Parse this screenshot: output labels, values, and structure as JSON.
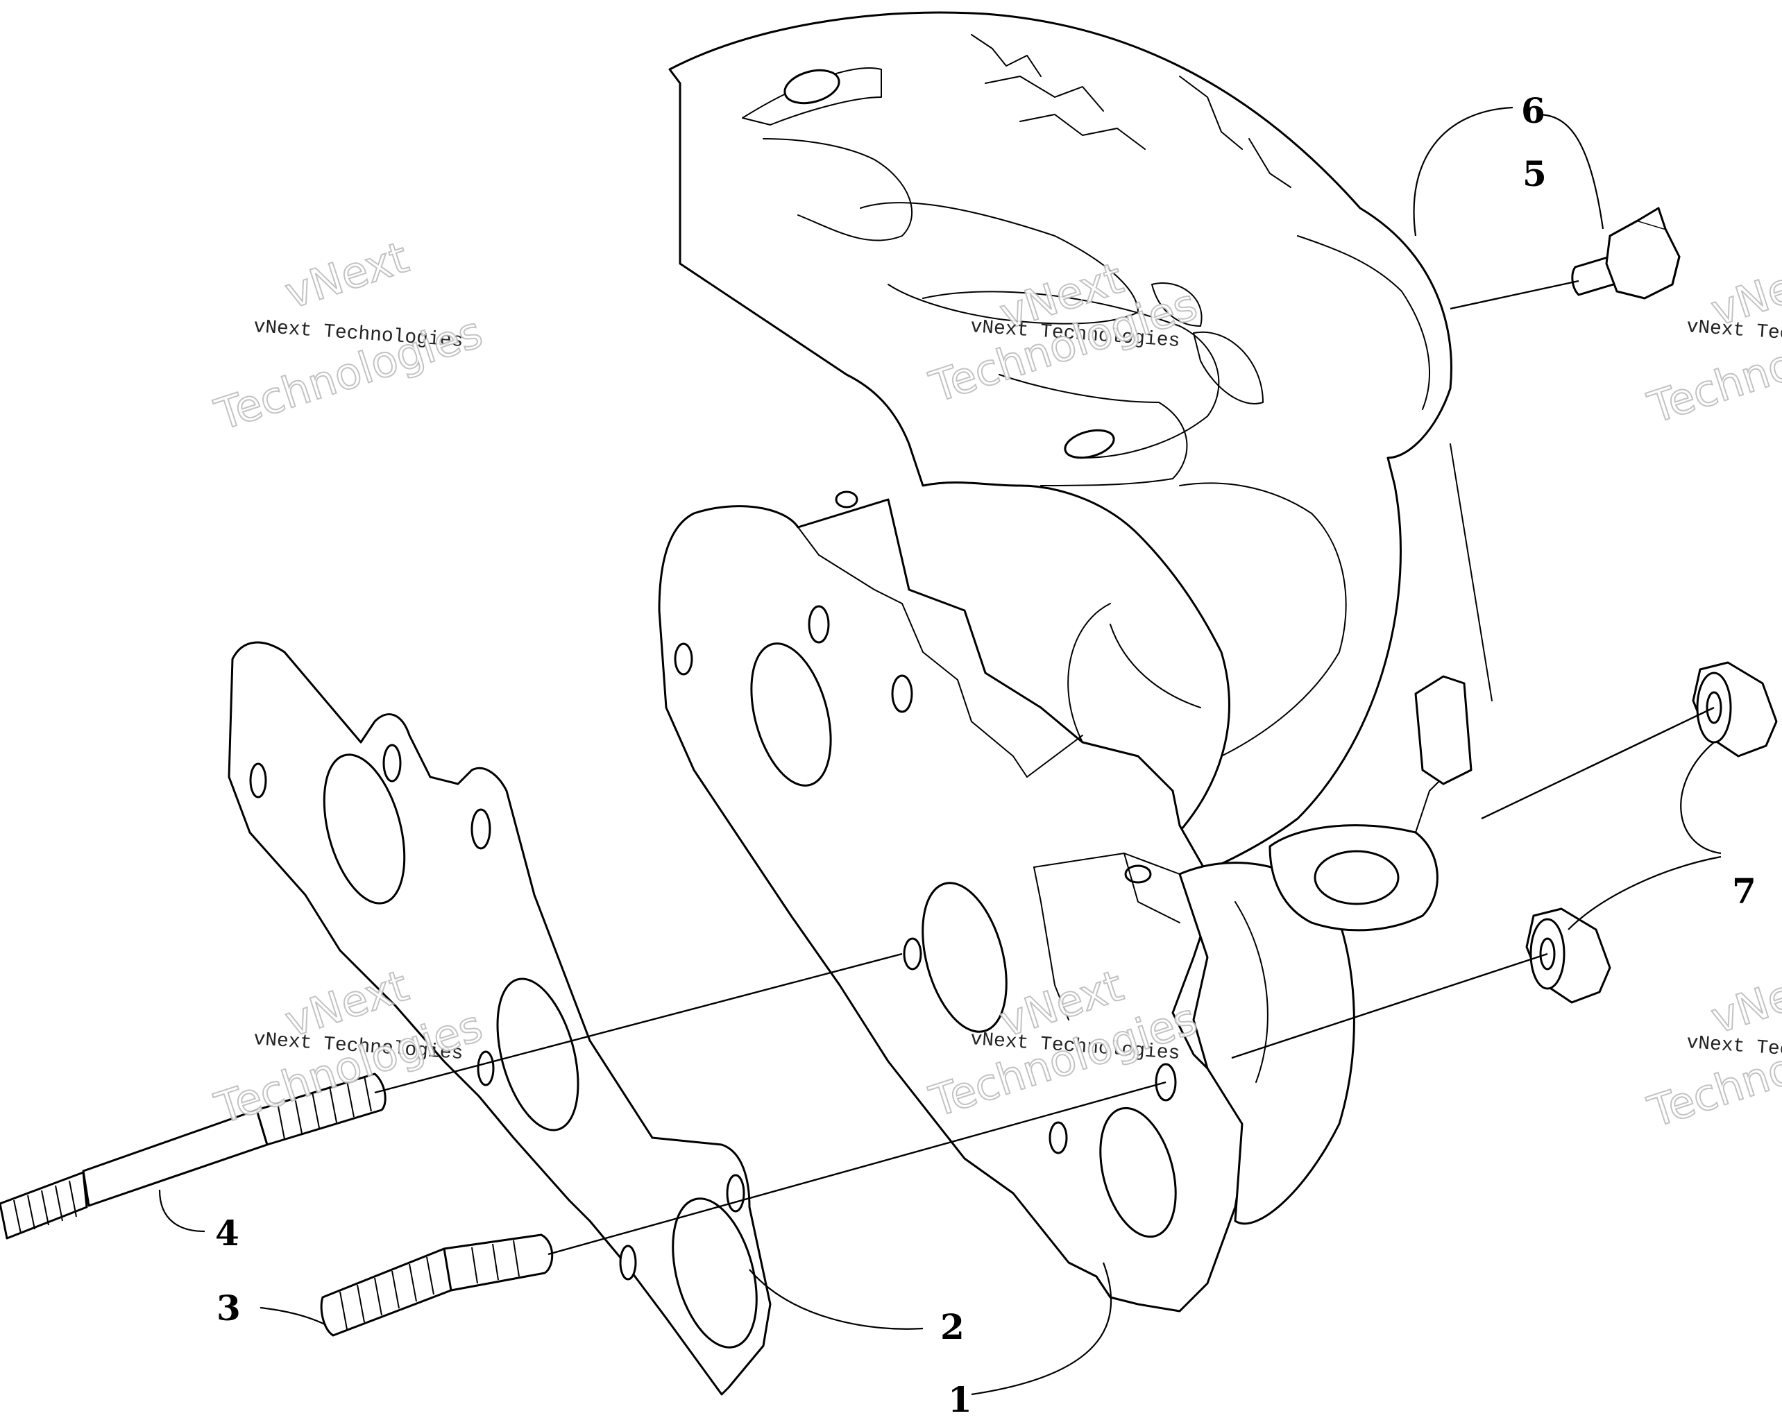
{
  "callouts": [
    {
      "id": "1",
      "label": "1"
    },
    {
      "id": "2",
      "label": "2"
    },
    {
      "id": "3",
      "label": "3"
    },
    {
      "id": "4",
      "label": "4"
    },
    {
      "id": "5",
      "label": "5"
    },
    {
      "id": "6",
      "label": "6"
    },
    {
      "id": "7",
      "label": "7"
    }
  ],
  "watermark": {
    "line1": "vNext",
    "line2": "vNext Technologies",
    "line3": "Technologies",
    "line2_partial": "vNext Tec",
    "line3_partial": "Techno"
  },
  "colors": {
    "ink": "#000000",
    "paper": "#ffffff",
    "watermark_outline": "#bdbdbd"
  }
}
